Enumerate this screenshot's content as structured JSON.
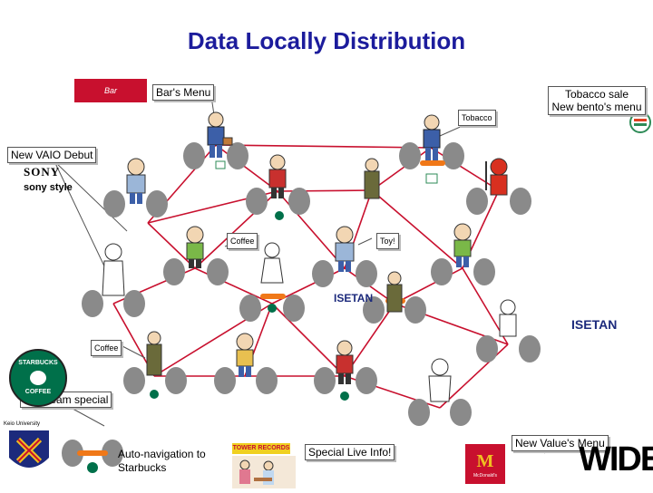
{
  "title": "Data Locally Distribution",
  "callouts": {
    "bars_menu": "Bar's Menu",
    "tobacco_small": "Tobacco",
    "tobacco_sale_line1": "Tobacco sale",
    "tobacco_sale_line2": "New bento's menu",
    "new_vaio": "New VAIO Debut",
    "coffee_1": "Coffee",
    "toy": "Toy!",
    "coffee_2": "Coffee",
    "ice_cream": "Ice cream special",
    "new_values_menu": "New Value's Menu",
    "special_live": "Special Live Info!"
  },
  "logos": {
    "sony": "SONY",
    "sony_style": "sony style",
    "isetan_1": "ISETAN",
    "isetan_2": "ISETAN",
    "starbucks": "STARBUCKS",
    "coffee_seal": "COFFEE",
    "keio": "Keio University",
    "wide": "WIDE.",
    "mcdonalds": "McDonald's",
    "tower": "TOWER RECORDS",
    "bar": "Bar"
  },
  "legend": {
    "auto_nav_line1": "Auto-navigation to",
    "auto_nav_line2": "Starbucks"
  },
  "colors": {
    "title": "#1c1c9c",
    "link": "#c8102e",
    "node": "#8a8a8a",
    "highlight": "#f07818",
    "starbucks": "#00704a"
  }
}
